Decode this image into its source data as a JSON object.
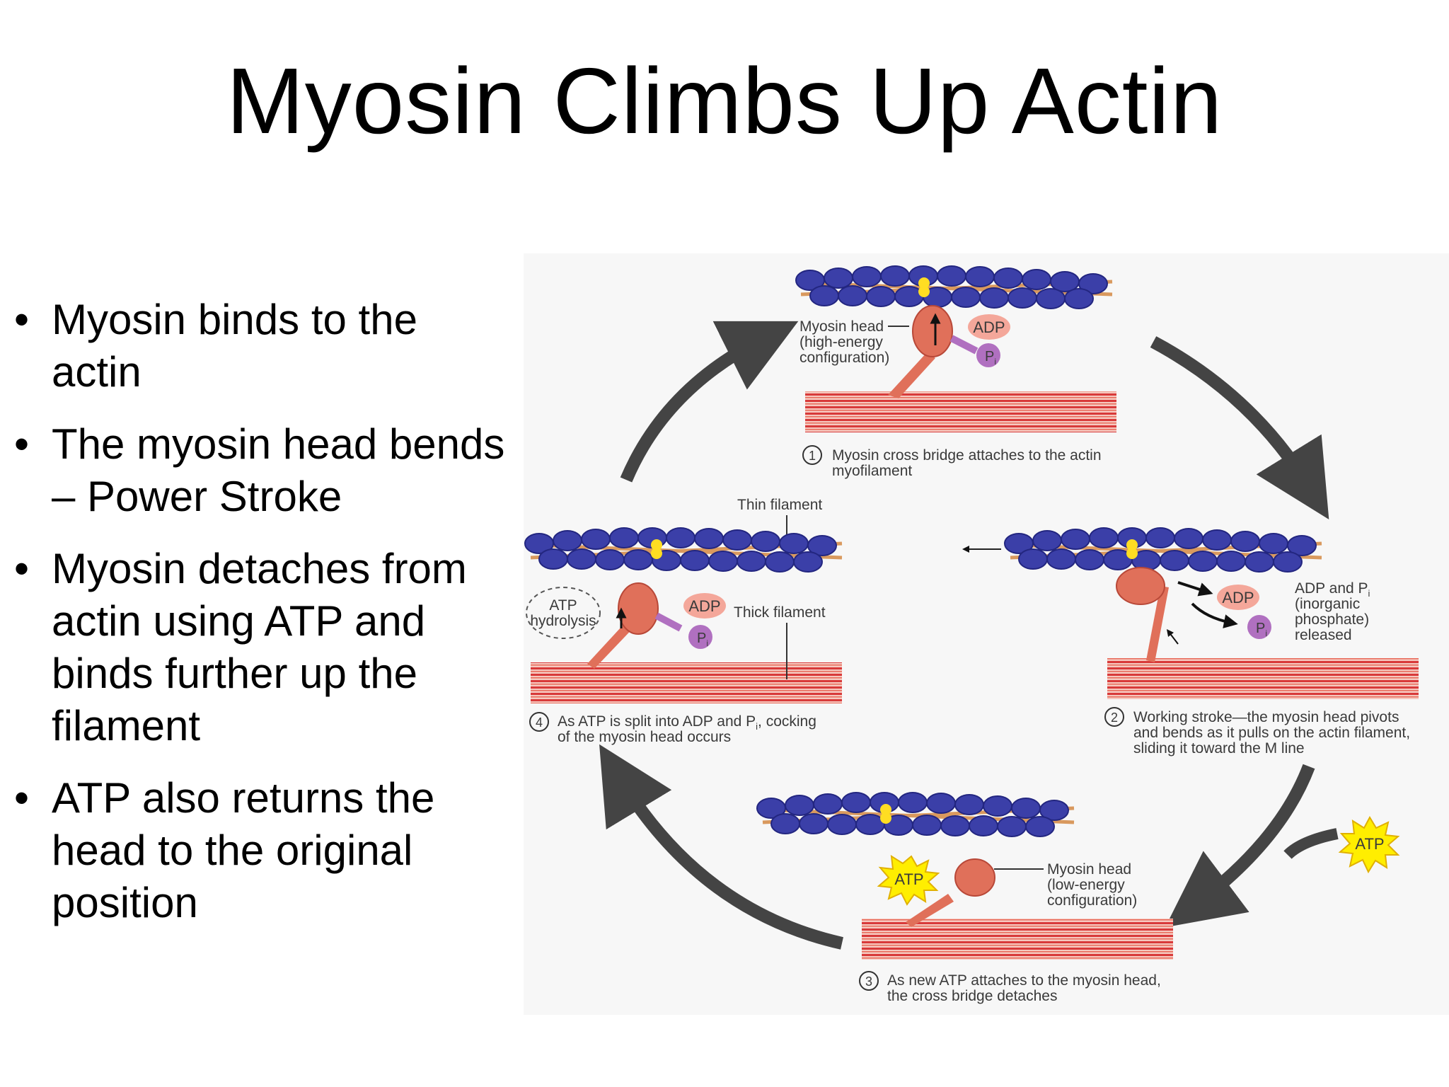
{
  "slide": {
    "title": "Myosin Climbs Up Actin",
    "bullets": [
      "Myosin binds to the actin",
      "The myosin head bends  – Power Stroke",
      "Myosin detaches from actin using ATP and binds further up the filament",
      "ATP also returns the head to the original position"
    ]
  },
  "diagram": {
    "step1": {
      "number": "1",
      "head_label_l1": "Myosin head",
      "head_label_l2": "(high-energy",
      "head_label_l3": "configuration)",
      "adp": "ADP",
      "pi": "P",
      "pi_sub": "i",
      "caption_l1": "Myosin cross bridge attaches to the actin",
      "caption_l2": "myofilament"
    },
    "step2": {
      "number": "2",
      "adp": "ADP",
      "pi": "P",
      "pi_sub": "i",
      "release_l1": "ADP and P",
      "release_sub": "i",
      "release_l2": "(inorganic",
      "release_l3": "phosphate)",
      "release_l4": "released",
      "caption_l1": "Working stroke—the myosin head pivots",
      "caption_l2": "and bends as it pulls on the actin filament,",
      "caption_l3": "sliding it toward the M line"
    },
    "step3": {
      "number": "3",
      "atp": "ATP",
      "head_label_l1": "Myosin head",
      "head_label_l2": "(low-energy",
      "head_label_l3": "configuration)",
      "caption_l1": "As new ATP attaches to the myosin head,",
      "caption_l2": "the cross bridge detaches"
    },
    "step4": {
      "number": "4",
      "hydrolysis_l1": "ATP",
      "hydrolysis_l2": "hydrolysis",
      "adp": "ADP",
      "pi": "P",
      "pi_sub": "i",
      "thin_filament": "Thin filament",
      "thick_filament": "Thick filament",
      "caption_l1a": "As ATP is split into ADP and P",
      "caption_l1_sub": "i",
      "caption_l1b": ", cocking",
      "caption_l2": "of the myosin head occurs"
    },
    "incoming_atp": "ATP",
    "colors": {
      "actin_bead": "#3b3fa8",
      "tropomyosin": "#d9995e",
      "thick_filament": "#d83a3a",
      "myosin_head": "#e0705a",
      "adp_bubble": "#f4a79a",
      "pi_bubble": "#b070c0",
      "atp_star": "#ffee00",
      "cycle_arrow": "#444444"
    }
  }
}
